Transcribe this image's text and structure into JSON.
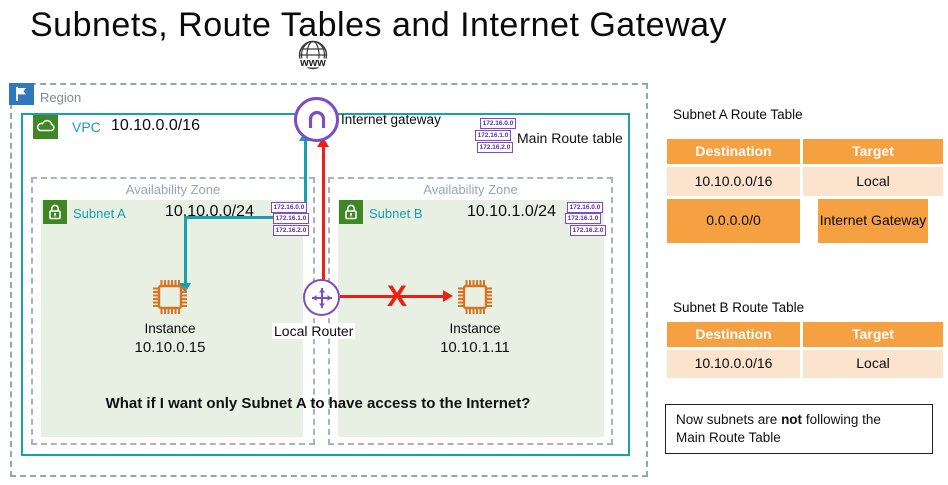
{
  "title": "Subnets, Route Tables and Internet Gateway",
  "globe": {
    "text": "www"
  },
  "region": {
    "label": "Region"
  },
  "vpc": {
    "label": "VPC",
    "cidr": "10.10.0.0/16"
  },
  "internet_gateway": {
    "label": "Internet gateway"
  },
  "main_route_table": {
    "label": "Main Route table",
    "entries": [
      "172.16.0.0",
      "172.16.1.0",
      "172.16.2.0"
    ]
  },
  "az_a": {
    "label": "Availability Zone",
    "subnet": {
      "name": "Subnet A",
      "cidr": "10.10.0.0/24",
      "entries": [
        "172.16.0.0",
        "172.16.1.0",
        "172.16.2.0"
      ]
    },
    "instance": {
      "label": "Instance",
      "ip": "10.10.0.15"
    }
  },
  "az_b": {
    "label": "Availability Zone",
    "subnet": {
      "name": "Subnet B",
      "cidr": "10.10.1.0/24",
      "entries": [
        "172.16.0.0",
        "172.16.1.0",
        "172.16.2.0"
      ]
    },
    "instance": {
      "label": "Instance",
      "ip": "10.10.1.11"
    }
  },
  "router": {
    "label": "Local Router"
  },
  "blocked_mark": "X",
  "question": "What if I want only Subnet A to have access to the Internet?",
  "route_tables": [
    {
      "title": "Subnet A Route Table",
      "headers": [
        "Destination",
        "Target"
      ],
      "rows": [
        {
          "destination": "10.10.0.0/16",
          "target": "Local"
        },
        {
          "destination": "0.0.0.0/0",
          "target": "Internet Gateway"
        }
      ]
    },
    {
      "title": "Subnet B Route Table",
      "headers": [
        "Destination",
        "Target"
      ],
      "rows": [
        {
          "destination": "10.10.0.0/16",
          "target": "Local"
        }
      ]
    }
  ],
  "note": {
    "prefix": "Now subnets are ",
    "bold_word": "not",
    "suffix": " following the Main Route Table"
  },
  "colors": {
    "teal": "#18a0b0",
    "purple": "#7c4dc4",
    "red": "#ee2015",
    "instance_orange": "#d9731f",
    "table_header_orange": "#f5a142",
    "table_row_peach": "#fbe3cd",
    "subnet_fill_green": "#e8f0e3",
    "icon_green": "#3f8624",
    "region_border_gray": "#97a5b2"
  }
}
